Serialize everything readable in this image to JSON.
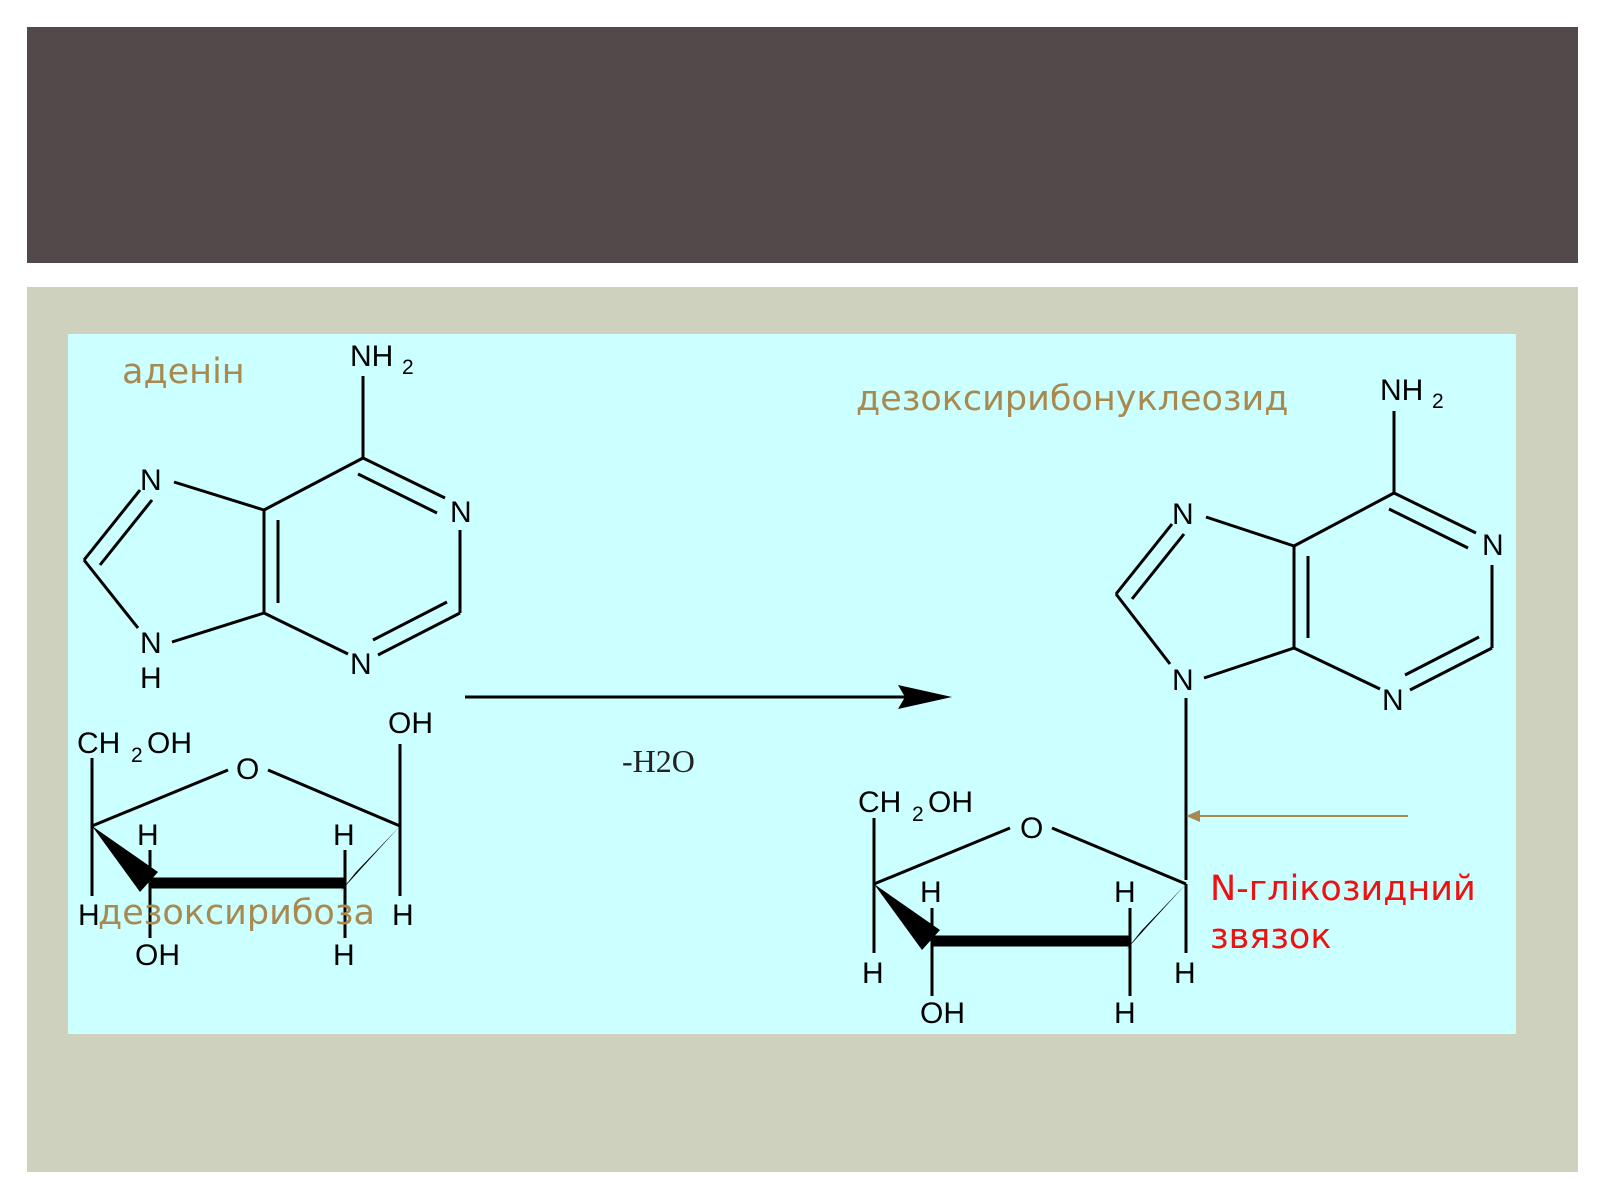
{
  "slide": {
    "title_bar_color": "#524a4a",
    "panel_color": "#cdd1bd",
    "figure_bg_color": "#ccffff"
  },
  "labels": {
    "adenine": "аденін",
    "deoxyribose": "дезоксирибоза",
    "nucleoside": "дезоксирибонуклеозид",
    "bond_line1": "N-глікозидний",
    "bond_line2": "звязок",
    "reaction_condition": "-H2O",
    "label_color": "#a8894f",
    "bond_label_color": "#ee1111"
  },
  "atoms": {
    "N": "N",
    "H": "H",
    "O": "O",
    "OH": "OH",
    "NH": "NH",
    "sub2": "2",
    "CH": "CH",
    "OH_tail": "OH"
  },
  "icons": {
    "reaction_arrow": "arrow-right-icon",
    "pointer_arrow": "arrow-left-icon"
  }
}
